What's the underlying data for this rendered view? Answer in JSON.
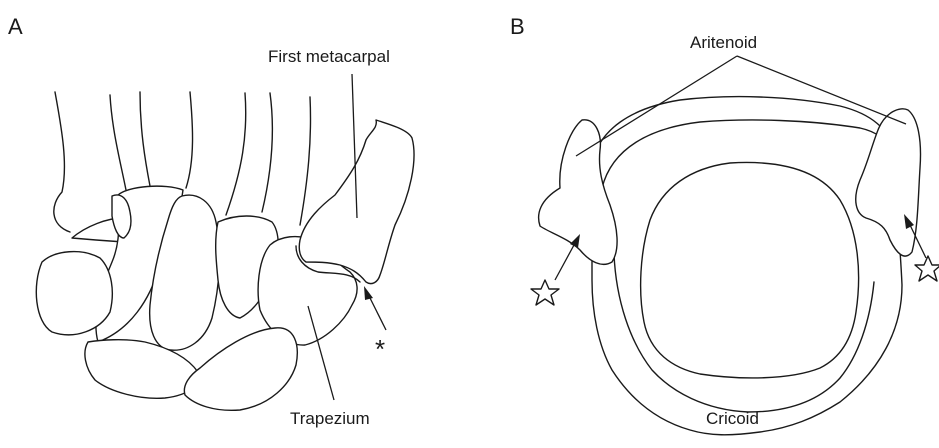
{
  "panels": {
    "a": {
      "letter": "A",
      "labels": {
        "first_metacarpal": "First metacarpal",
        "trapezium": "Trapezium",
        "asterisk": "*"
      }
    },
    "b": {
      "letter": "B",
      "labels": {
        "aritenoid": "Aritenoid",
        "cricoid": "Cricoid"
      }
    }
  },
  "colors": {
    "stroke": "#1a1a1a",
    "background": "#ffffff"
  },
  "icons": [
    "arrow-icon",
    "star-icon"
  ]
}
